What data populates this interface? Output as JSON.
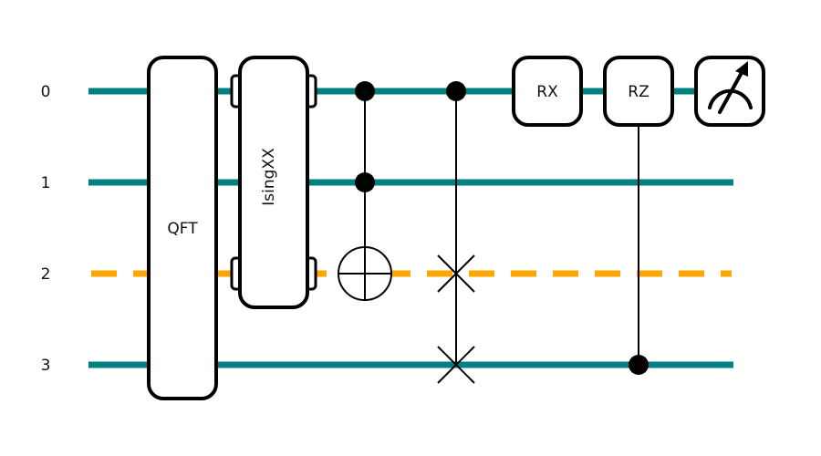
{
  "colors": {
    "wire_solid": "#008080",
    "wire_dashed": "#ffa500",
    "gate_fill": "#ffffff",
    "gate_stroke": "#000000"
  },
  "wires": [
    {
      "label": "0",
      "style": "solid"
    },
    {
      "label": "1",
      "style": "solid"
    },
    {
      "label": "2",
      "style": "dashed"
    },
    {
      "label": "3",
      "style": "solid"
    }
  ],
  "gates": {
    "qft": {
      "label": "QFT",
      "wires": [
        0,
        1,
        2,
        3
      ]
    },
    "isingxx": {
      "label": "IsingXX",
      "wires": [
        0,
        2
      ]
    },
    "toffoli": {
      "controls": [
        0,
        1
      ],
      "target": 2
    },
    "swap": {
      "control": 0,
      "swap_wires": [
        2,
        3
      ]
    },
    "rx": {
      "label": "RX",
      "wire": 0
    },
    "rz": {
      "label": "RZ",
      "wire": 0,
      "control": 3
    },
    "measure": {
      "wire": 0,
      "icon": "meter-icon"
    }
  }
}
